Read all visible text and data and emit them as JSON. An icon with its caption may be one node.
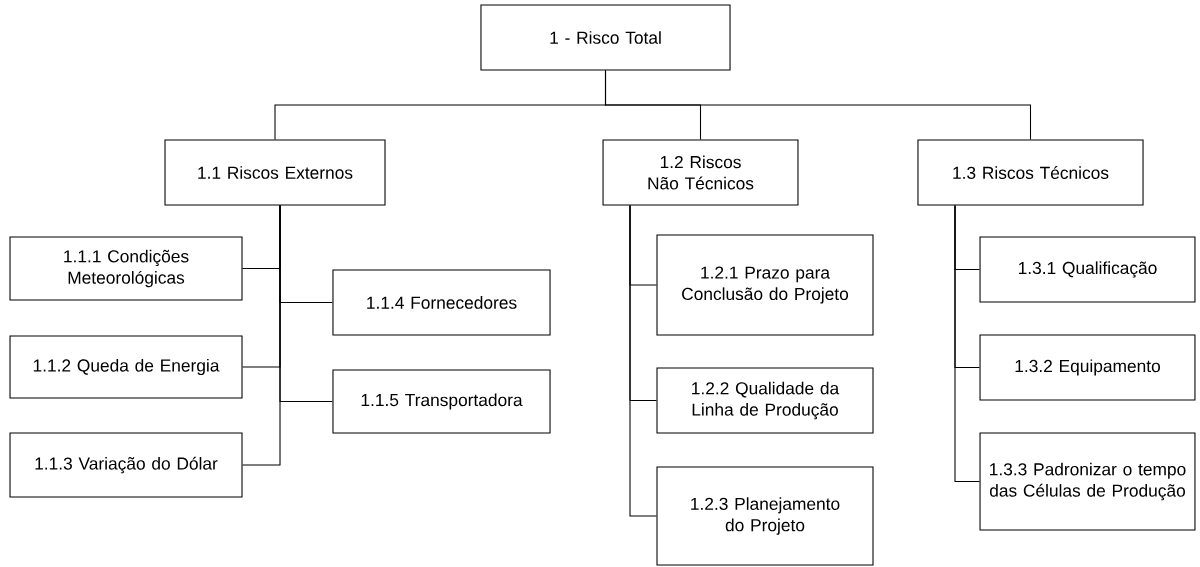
{
  "diagram": {
    "nodes": [
      {
        "text": [
          "1 - Risco Total"
        ]
      },
      {
        "text": [
          "1.1 Riscos Externos"
        ]
      },
      {
        "text": [
          "1.2 Riscos Não Técnicos"
        ]
      },
      {
        "text": [
          "1.3 Riscos Técnicos"
        ]
      },
      {
        "text": [
          "1.1.1 Condições Meteorológicas"
        ]
      },
      {
        "text": [
          "1.1.2 Queda de Energia"
        ]
      },
      {
        "text": [
          "1.1.3 Variação do Dólar"
        ]
      },
      {
        "text": [
          "1.1.4 Fornecedores"
        ]
      },
      {
        "text": [
          "1.1.5 Transportadora"
        ]
      },
      {
        "text": [
          "1.2.1 Prazo para Conclusão do Projeto"
        ]
      },
      {
        "text": [
          "1.2.2 Qualidade da Linha de Produção"
        ]
      },
      {
        "text": [
          "1.2.3 Planejamento do Projeto"
        ]
      },
      {
        "text": [
          "1.3.1 Qualificação"
        ]
      },
      {
        "text": [
          "1.3.2 Equipamento"
        ]
      },
      {
        "text": [
          "1.3.3 Padronizar o tempo das Células de Produção"
        ]
      }
    ],
    "edges": [
      {
        "from": 0,
        "to": 1,
        "arrow": "none"
      },
      {
        "from": 0,
        "to": 2,
        "arrow": "none"
      },
      {
        "from": 0,
        "to": 3,
        "arrow": "none"
      },
      {
        "from": 1,
        "to": 4,
        "arrow": "none"
      },
      {
        "from": 1,
        "to": 5,
        "arrow": "none"
      },
      {
        "from": 1,
        "to": 6,
        "arrow": "none"
      },
      {
        "from": 1,
        "to": 7,
        "arrow": "none"
      },
      {
        "from": 1,
        "to": 8,
        "arrow": "none"
      },
      {
        "from": 2,
        "to": 9,
        "arrow": "none"
      },
      {
        "from": 2,
        "to": 10,
        "arrow": "none"
      },
      {
        "from": 2,
        "to": 11,
        "arrow": "none"
      },
      {
        "from": 3,
        "to": 12,
        "arrow": "none"
      },
      {
        "from": 3,
        "to": 13,
        "arrow": "none"
      },
      {
        "from": 3,
        "to": 14,
        "arrow": "none"
      }
    ]
  }
}
